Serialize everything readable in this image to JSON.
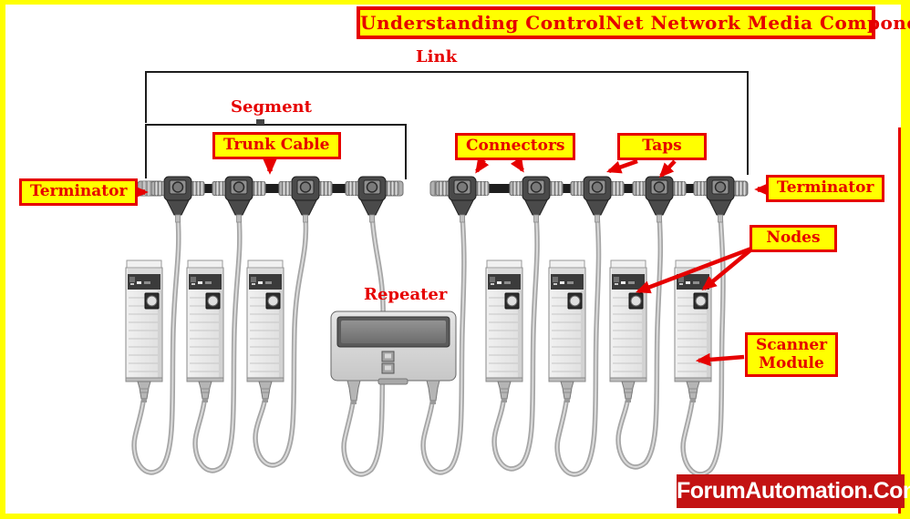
{
  "title": "Understanding ControlNet Network Media Components",
  "watermark": "ForumAutomation.Com",
  "labels": {
    "link": "Link",
    "segment": "Segment",
    "trunk_cable": "Trunk Cable",
    "connectors": "Connectors",
    "taps": "Taps",
    "terminator_left": "Terminator",
    "terminator_right": "Terminator",
    "nodes": "Nodes",
    "repeater": "Repeater",
    "scanner_line1": "Scanner",
    "scanner_line2": "Module"
  },
  "colors": {
    "highlight_yellow": "#ffff00",
    "accent_red": "#e60000",
    "watermark_bg": "#c31212",
    "diagram_metal_gray": "#b0b0b0",
    "tap_dark_gray": "#4a4a4a"
  },
  "diagram": {
    "type": "network-topology",
    "network": "ControlNet",
    "link": "one link spanning two segments joined by a repeater",
    "segments": [
      {
        "name": "left segment",
        "taps": 4,
        "devices": [
          "node",
          "node",
          "node",
          "repeater"
        ]
      },
      {
        "name": "right segment",
        "taps": 5,
        "devices": [
          "repeater",
          "node",
          "node",
          "node",
          "scanner module"
        ]
      }
    ],
    "component_counts": {
      "terminators": 2,
      "taps": 9,
      "connectors": 8,
      "nodes": 7,
      "repeaters": 1,
      "scanner_modules": 1
    }
  }
}
